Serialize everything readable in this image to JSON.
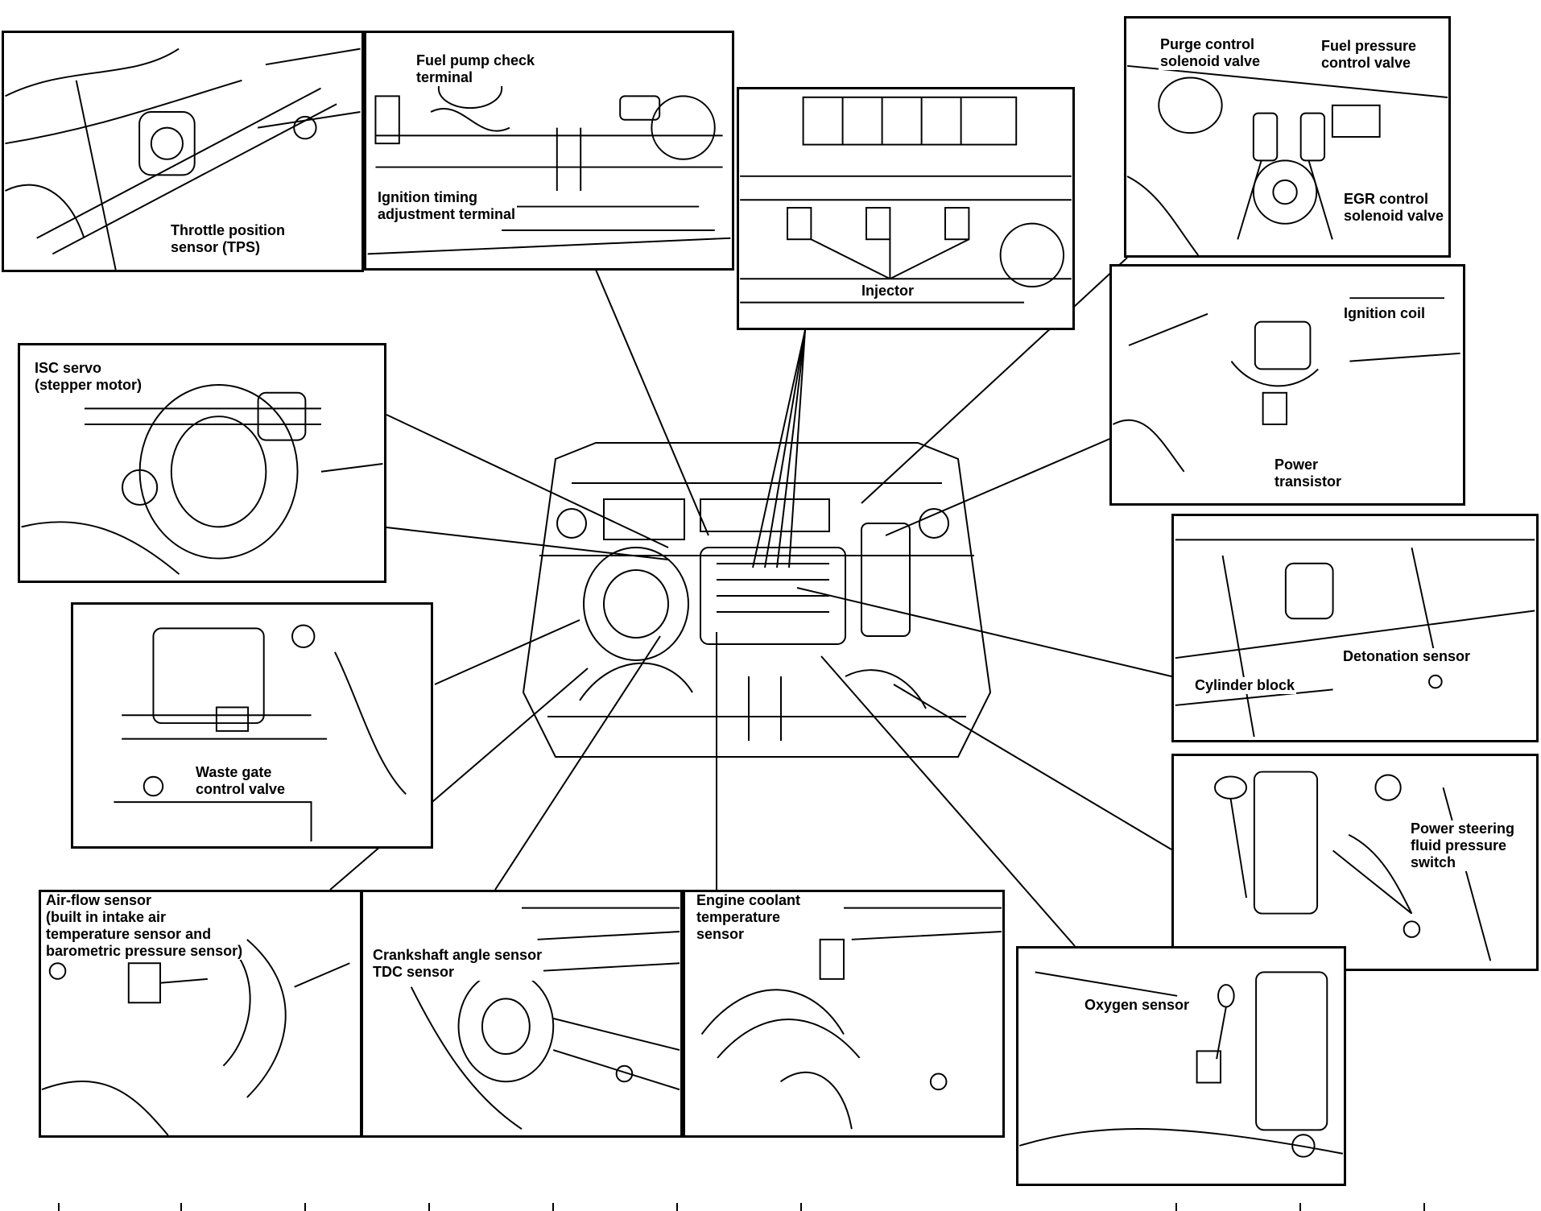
{
  "labels": {
    "tps": "Throttle position\nsensor (TPS)",
    "fuel_pump_check": "Fuel pump check\nterminal",
    "ignition_timing": "Ignition timing\nadjustment terminal",
    "injector": "Injector",
    "purge_control": "Purge control\nsolenoid valve",
    "fuel_pressure_control": "Fuel pressure\ncontrol valve",
    "egr_control": "EGR control\nsolenoid valve",
    "ignition_coil": "Ignition coil",
    "power_transistor": "Power\ntransistor",
    "isc_servo": "ISC servo\n(stepper motor)",
    "detonation_sensor": "Detonation sensor",
    "cylinder_block": "Cylinder block",
    "waste_gate": "Waste gate\ncontrol valve",
    "power_steering": "Power steering\nfluid pressure\nswitch",
    "air_flow": "Air-flow sensor\n(built in intake air\ntemperature sensor and\nbarometric pressure sensor)",
    "crankshaft": "Crankshaft angle sensor\nTDC sensor",
    "coolant": "Engine coolant\ntemperature\nsensor",
    "oxygen": "Oxygen sensor"
  }
}
